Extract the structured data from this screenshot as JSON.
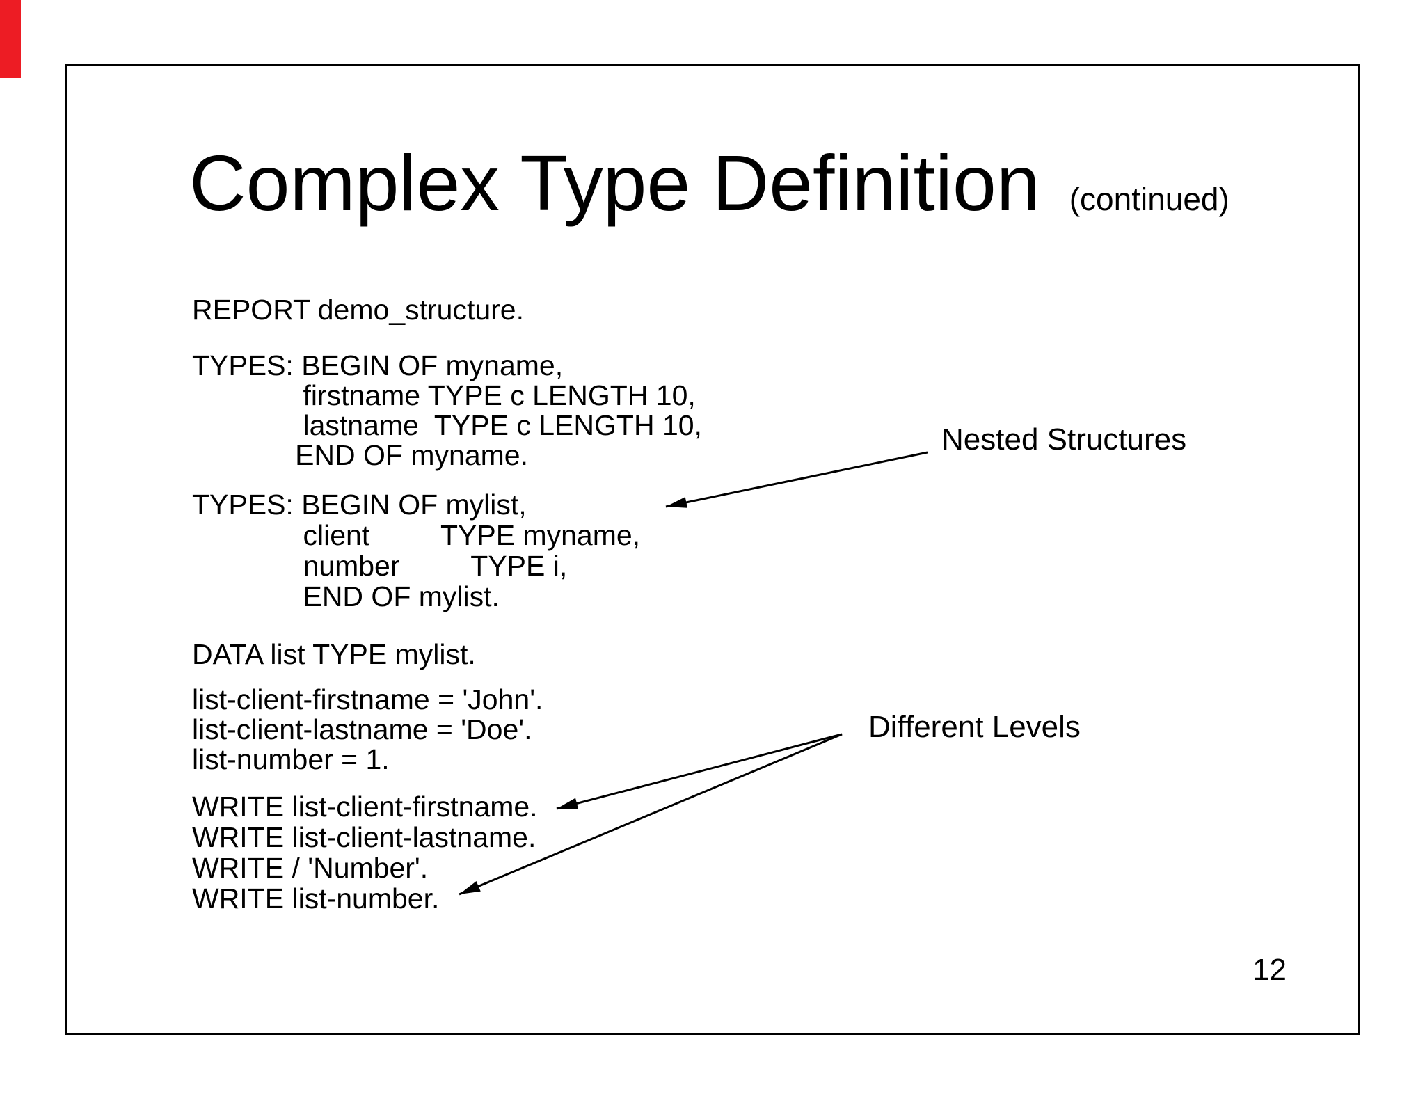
{
  "slide": {
    "title": "Complex Type Definition",
    "title_suffix": "(continued)",
    "page_number": "12",
    "corner_mark_color": "#ed1c24",
    "text_color": "#000000",
    "code_blocks": [
      {
        "lines": [
          "REPORT demo_structure."
        ]
      },
      {
        "lines": [
          "TYPES: BEGIN OF myname,",
          "              firstname TYPE c LENGTH 10,",
          "              lastname  TYPE c LENGTH 10,",
          "             END OF myname."
        ]
      },
      {
        "lines": [
          "TYPES: BEGIN OF mylist,",
          "              client         TYPE myname,",
          "              number         TYPE i,",
          "              END OF mylist."
        ]
      },
      {
        "lines": [
          "DATA list TYPE mylist."
        ]
      },
      {
        "lines": [
          "list-client-firstname = 'John'.",
          "list-client-lastname = 'Doe'.",
          "list-number = 1."
        ]
      },
      {
        "lines": [
          "WRITE list-client-firstname.",
          "WRITE list-client-lastname.",
          "WRITE / 'Number'.",
          "WRITE list-number."
        ]
      }
    ],
    "annotations": [
      {
        "label": "Nested Structures"
      },
      {
        "label": "Different Levels"
      }
    ]
  }
}
